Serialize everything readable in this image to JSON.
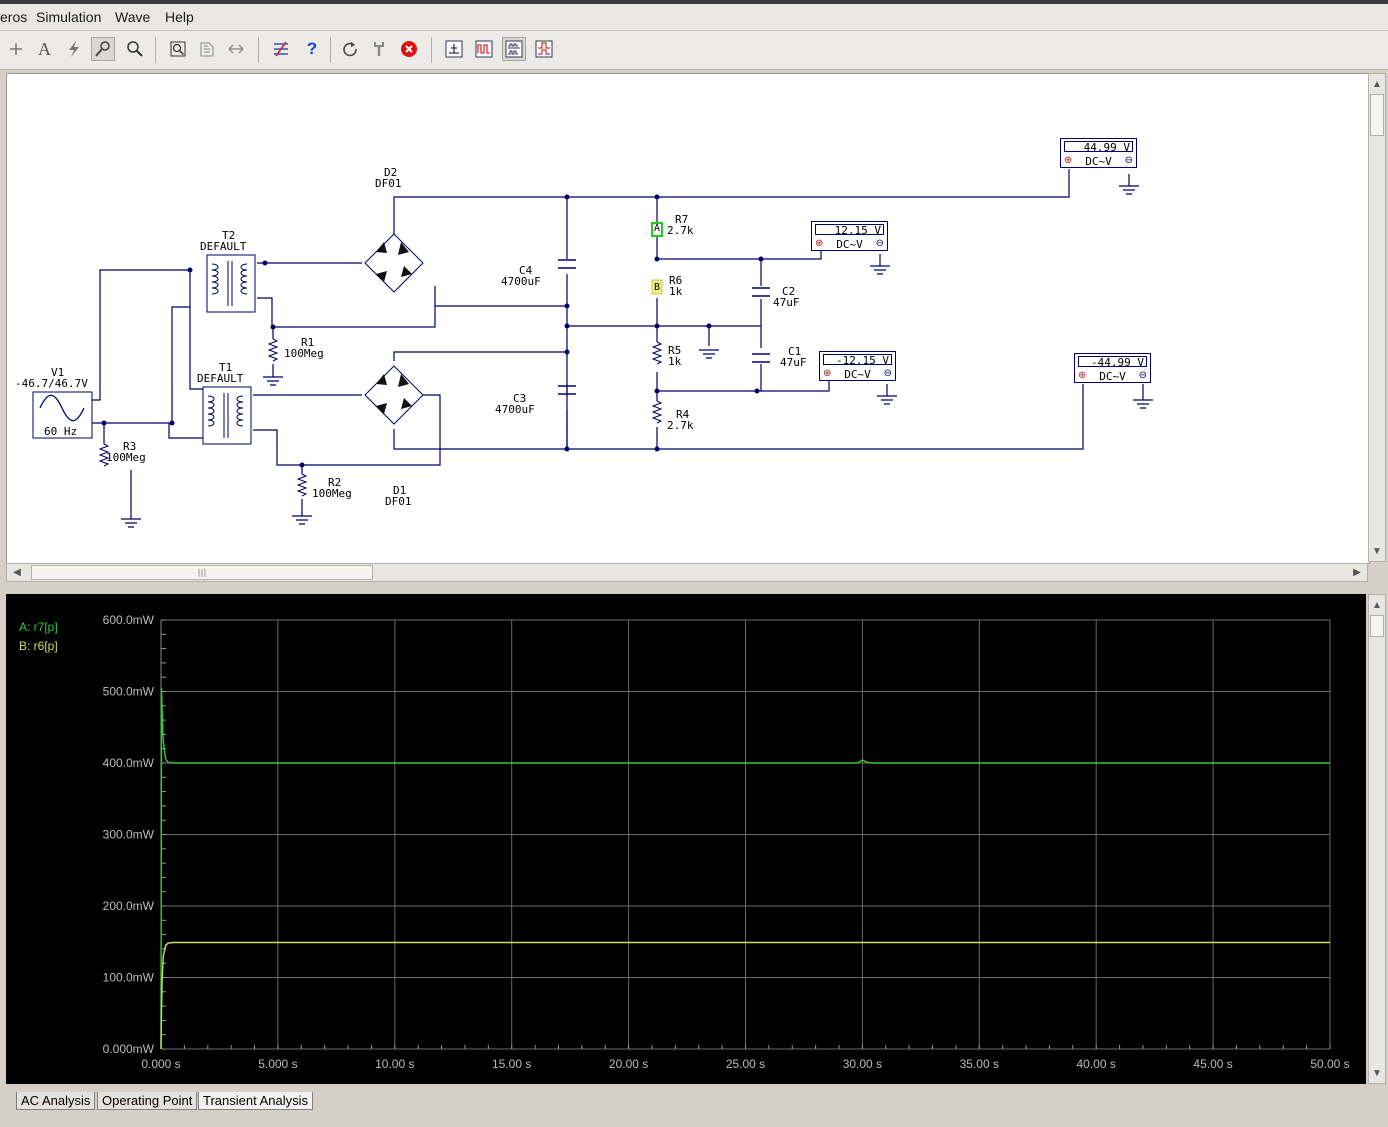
{
  "menu": {
    "items": [
      "eros",
      "Simulation",
      "Wave",
      "Help"
    ]
  },
  "toolbar": {
    "help_glyph": "?"
  },
  "schematic": {
    "components": {
      "v1": {
        "name": "V1",
        "value": "-46.7/46.7V",
        "freq": "60 Hz"
      },
      "t2": {
        "name": "T2",
        "value": "DEFAULT"
      },
      "t1": {
        "name": "T1",
        "value": "DEFAULT"
      },
      "d2": {
        "name": "D2",
        "value": "DF01"
      },
      "d1": {
        "name": "D1",
        "value": "DF01"
      },
      "r1": {
        "name": "R1",
        "value": "100Meg"
      },
      "r2": {
        "name": "R2",
        "value": "100Meg"
      },
      "r3": {
        "name": "R3",
        "value": "100Meg"
      },
      "c4": {
        "name": "C4",
        "value": "4700uF"
      },
      "c3": {
        "name": "C3",
        "value": "4700uF"
      },
      "r7": {
        "name": "R7",
        "value": "2.7k"
      },
      "r6": {
        "name": "R6",
        "value": "1k"
      },
      "r5": {
        "name": "R5",
        "value": "1k"
      },
      "r4": {
        "name": "R4",
        "value": "2.7k"
      },
      "c2": {
        "name": "C2",
        "value": "47uF"
      },
      "c1": {
        "name": "C1",
        "value": "47uF"
      }
    },
    "probes": {
      "a": "A",
      "b": "B"
    },
    "meters": [
      {
        "reading": "44.99 V",
        "mode": "DC~V"
      },
      {
        "reading": "12.15 V",
        "mode": "DC~V"
      },
      {
        "reading": "-12.15 V",
        "mode": "DC~V"
      },
      {
        "reading": "-44.99 V",
        "mode": "DC~V"
      }
    ]
  },
  "graph": {
    "legend": [
      "A: r7[p]",
      "B: r6[p]"
    ]
  },
  "chart_data": {
    "type": "line",
    "title": "",
    "xlabel": "",
    "ylabel": "",
    "x_ticks": [
      "0.000 s",
      "5.000 s",
      "10.00 s",
      "15.00 s",
      "20.00 s",
      "25.00 s",
      "30.00 s",
      "35.00 s",
      "40.00 s",
      "45.00 s",
      "50.00 s"
    ],
    "y_ticks": [
      "0.000mW",
      "100.0mW",
      "200.0mW",
      "300.0mW",
      "400.0mW",
      "500.0mW",
      "600.0mW"
    ],
    "xlim": [
      0,
      50
    ],
    "ylim": [
      0,
      600
    ],
    "grid": true,
    "legend_position": "top-left",
    "series": [
      {
        "name": "A: r7[p]",
        "color": "#33cc33",
        "x": [
          0,
          0.02,
          0.05,
          0.1,
          0.2,
          0.3,
          0.5,
          1,
          10,
          29.8,
          30.0,
          30.2,
          30.4,
          40,
          50
        ],
        "y": [
          0,
          505,
          470,
          430,
          405,
          401,
          400,
          400,
          400,
          400,
          404,
          401,
          400,
          400,
          400
        ]
      },
      {
        "name": "B: r6[p]",
        "color": "#ccdd66",
        "x": [
          0,
          0.02,
          0.05,
          0.1,
          0.2,
          0.3,
          0.5,
          1,
          10,
          50
        ],
        "y": [
          0,
          55,
          100,
          130,
          145,
          148,
          149,
          149,
          149,
          149
        ]
      }
    ]
  },
  "tabs": [
    "AC Analysis",
    "Operating Point",
    "Transient Analysis"
  ]
}
